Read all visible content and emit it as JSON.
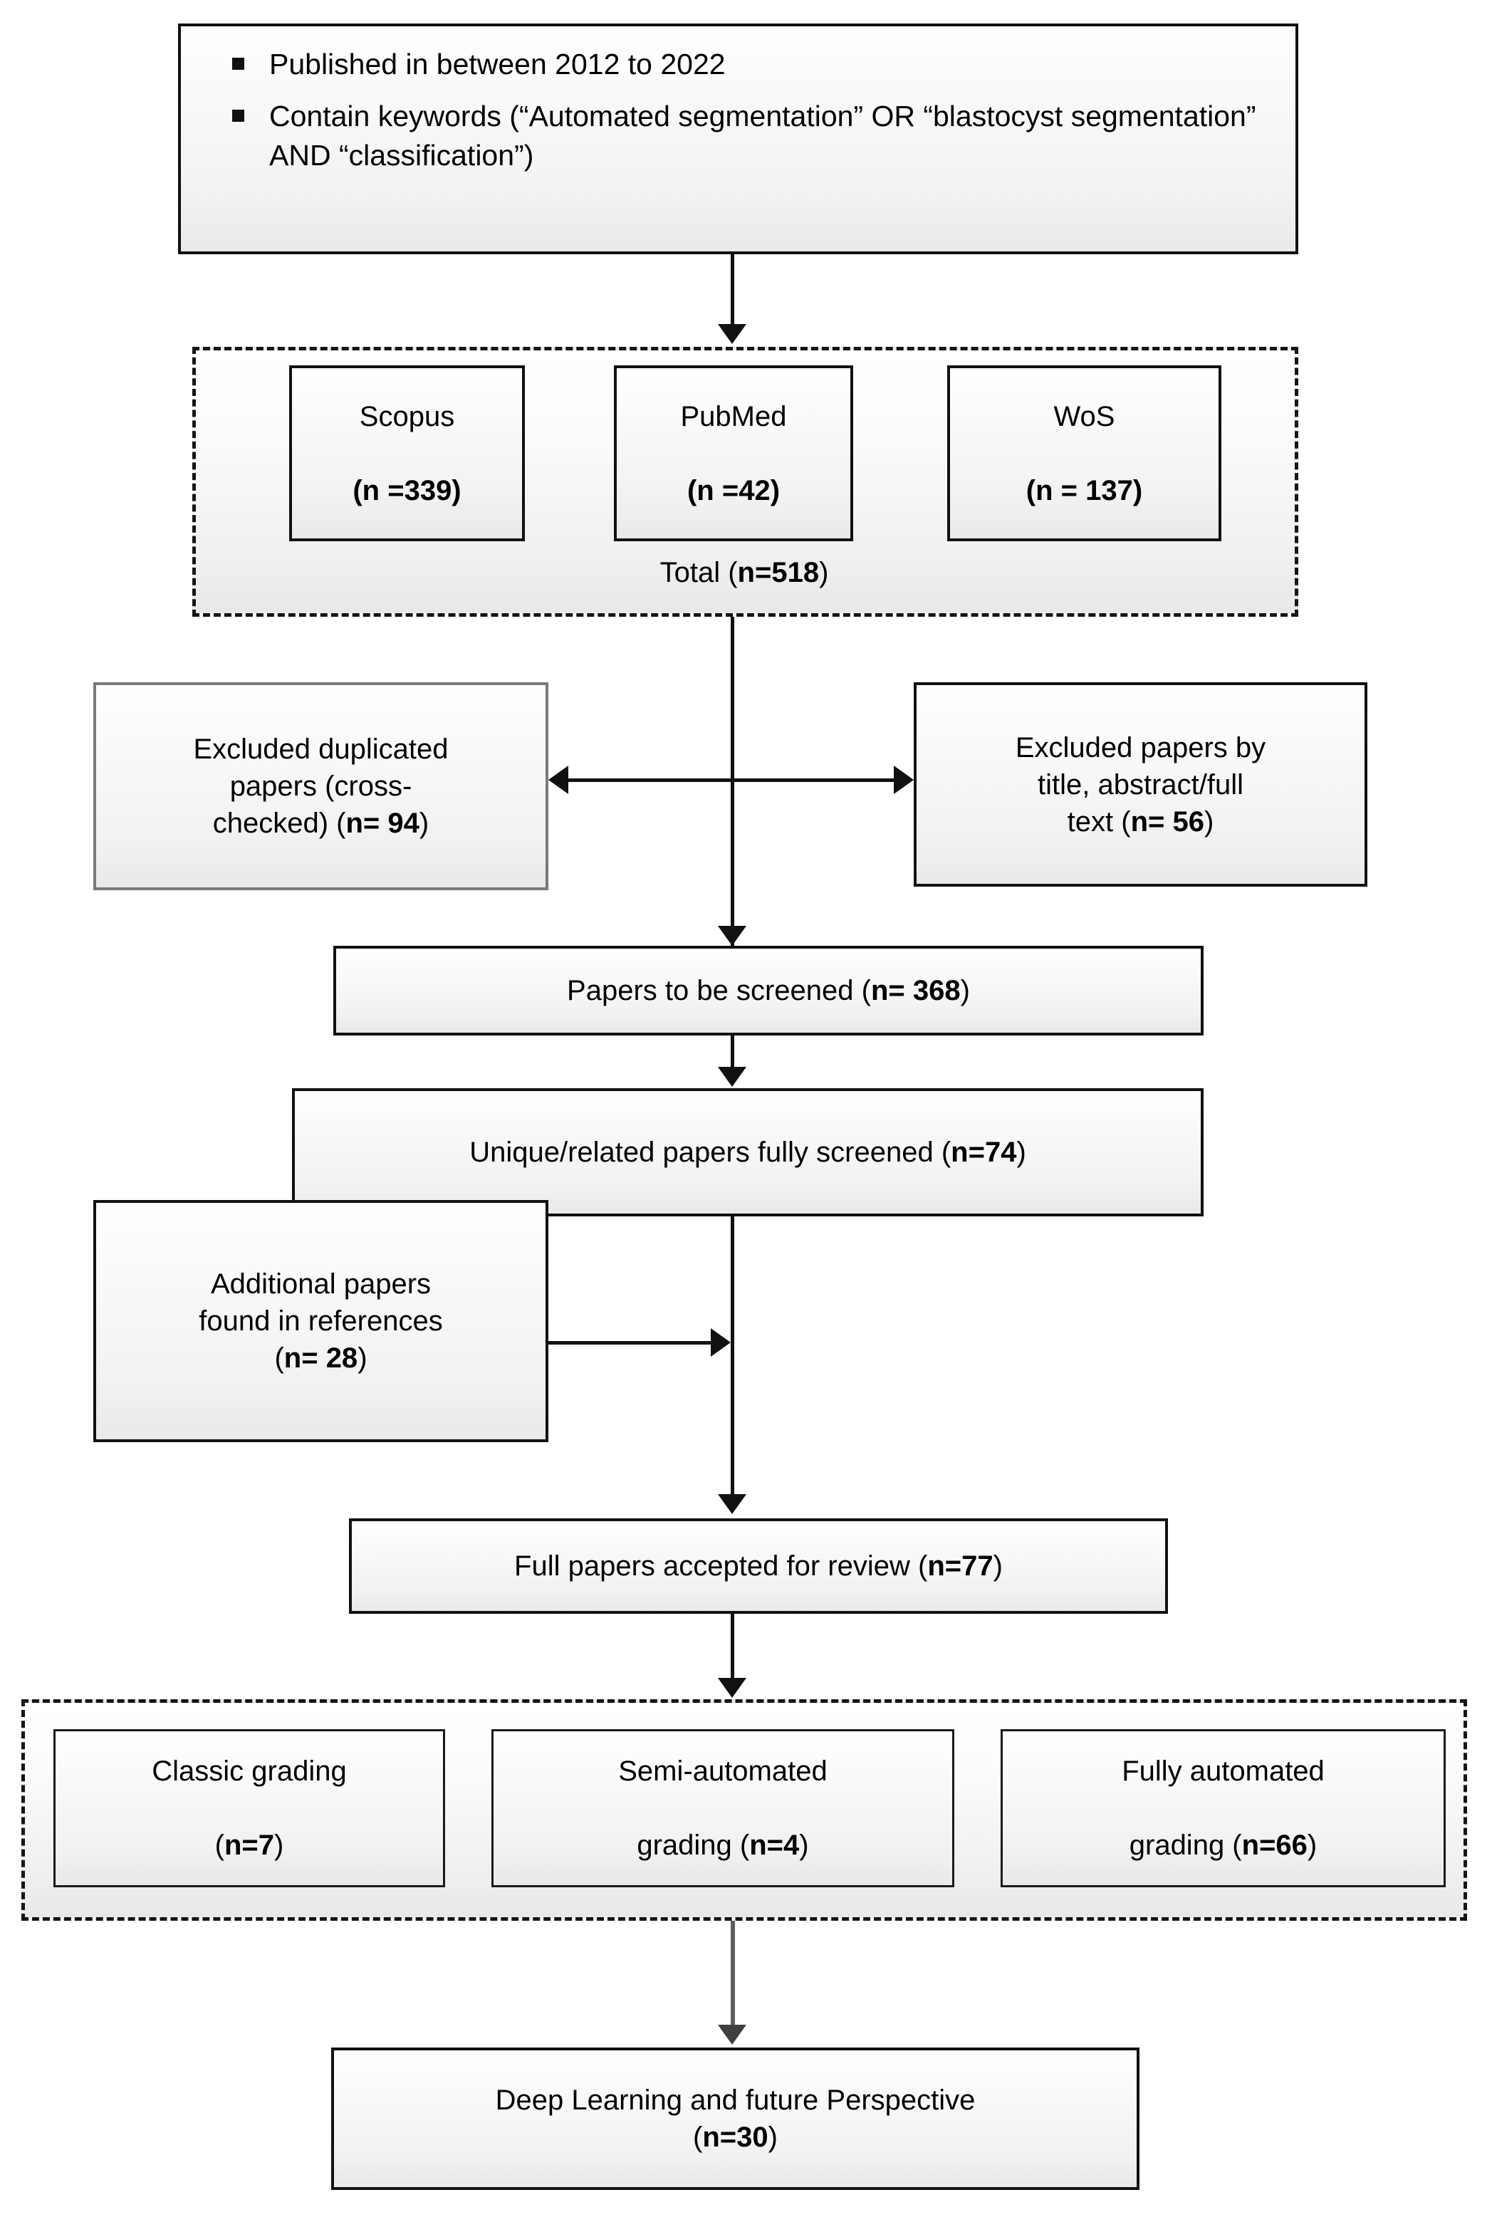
{
  "diagram": {
    "type": "prisma-flowchart",
    "title": "Literature search and screening flowchart",
    "criteria_box": {
      "bullets": [
        "Published in between 2012 to 2022",
        "Contain keywords (“Automated segmentation” OR “blastocyst segmentation” AND “classification”)"
      ]
    },
    "databases_group": {
      "items": [
        {
          "name": "Scopus",
          "count_label": "(n =339)"
        },
        {
          "name": "PubMed",
          "count_label": "(n =42)"
        },
        {
          "name": "WoS",
          "count_label": "(n = 137)"
        }
      ],
      "total_prefix": "Total (",
      "total_value": "n=518",
      "total_suffix": ")"
    },
    "excluded_duplicates": {
      "line1": "Excluded duplicated",
      "line2": "papers (cross-",
      "line3_prefix": "checked) (",
      "line3_value": "n= 94",
      "line3_suffix": ")"
    },
    "excluded_by_title": {
      "line1": "Excluded papers by",
      "line2": "title, abstract/full",
      "line3_prefix": "text (",
      "line3_value": "n= 56",
      "line3_suffix": ")"
    },
    "screened": {
      "prefix": "Papers to be screened (",
      "value": "n= 368",
      "suffix": ")"
    },
    "fully_screened": {
      "prefix": "Unique/related papers fully screened (",
      "value": "n=74",
      "suffix": ")"
    },
    "additional_papers": {
      "line1": "Additional papers",
      "line2": "found in references",
      "line3_prefix": "(",
      "line3_value": "n= 28",
      "line3_suffix": ")"
    },
    "accepted": {
      "prefix": "Full papers accepted for review (",
      "value": "n=77",
      "suffix": ")"
    },
    "grading_group": {
      "items": [
        {
          "line1": "Classic grading",
          "line2_prefix": "(",
          "line2_value": "n=7",
          "line2_suffix": ")"
        },
        {
          "line1": "Semi-automated",
          "line2_prefix": "grading (",
          "line2_value": "n=4",
          "line2_suffix": ")"
        },
        {
          "line1": "Fully automated",
          "line2_prefix": "grading (",
          "line2_value": "n=66",
          "line2_suffix": ")"
        }
      ]
    },
    "final": {
      "line1": "Deep Learning and future Perspective",
      "line2_prefix": "(",
      "line2_value": "n=30",
      "line2_suffix": ")"
    },
    "colors": {
      "border_dark": "#111111",
      "border_gray": "#7a7a7a",
      "fill_top": "#ffffff",
      "fill_bottom": "#e8e8e8",
      "connector": "#111111"
    }
  }
}
